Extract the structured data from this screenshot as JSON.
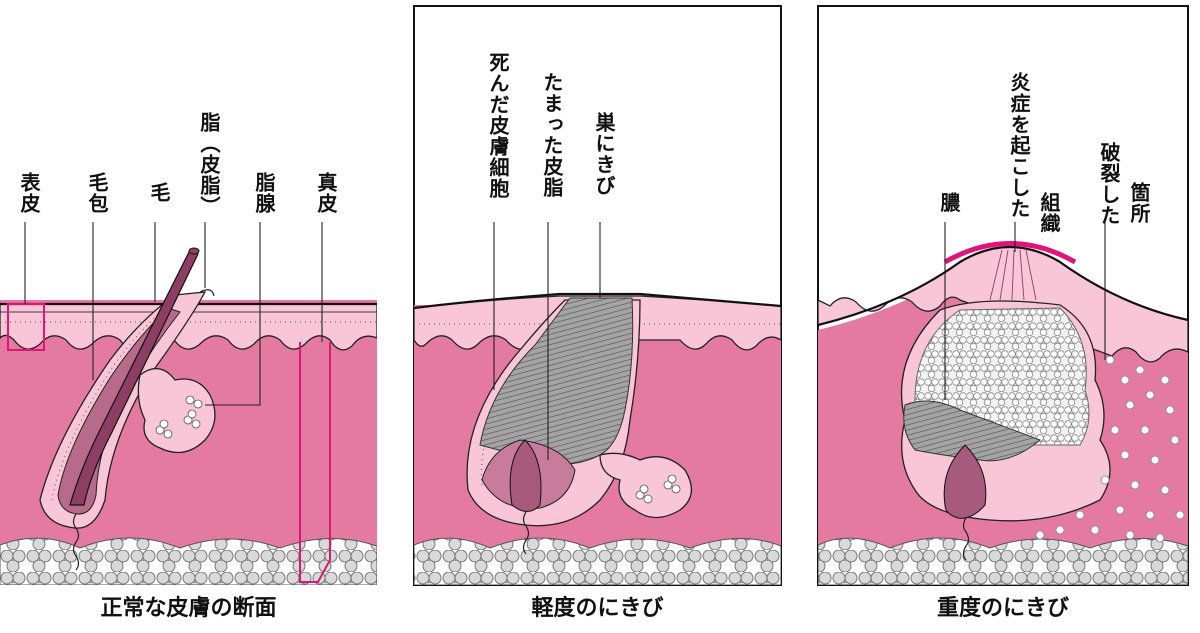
{
  "panels": [
    {
      "caption": "正常な皮膚の断面",
      "labels": [
        "表皮",
        "毛包",
        "毛",
        "脂（皮脂）",
        "脂腺",
        "真皮"
      ]
    },
    {
      "caption": "軽度のにきび",
      "labels": [
        "死んだ皮膚細胞",
        "たまった皮脂",
        "巣にきび"
      ]
    },
    {
      "caption": "重度のにきび",
      "labels": [
        "膿",
        "炎症を起こした",
        "組織",
        "破裂した",
        "箇所"
      ]
    }
  ],
  "colors": {
    "dermis": "#e57aa0",
    "epidermis": "#f8c6d6",
    "follicle_inner": "#a85a7c",
    "hair": "#8e3e62",
    "sebum": "#9a9a9a",
    "fat": "#cfcfcf",
    "accent_magenta": "#e0157a"
  }
}
